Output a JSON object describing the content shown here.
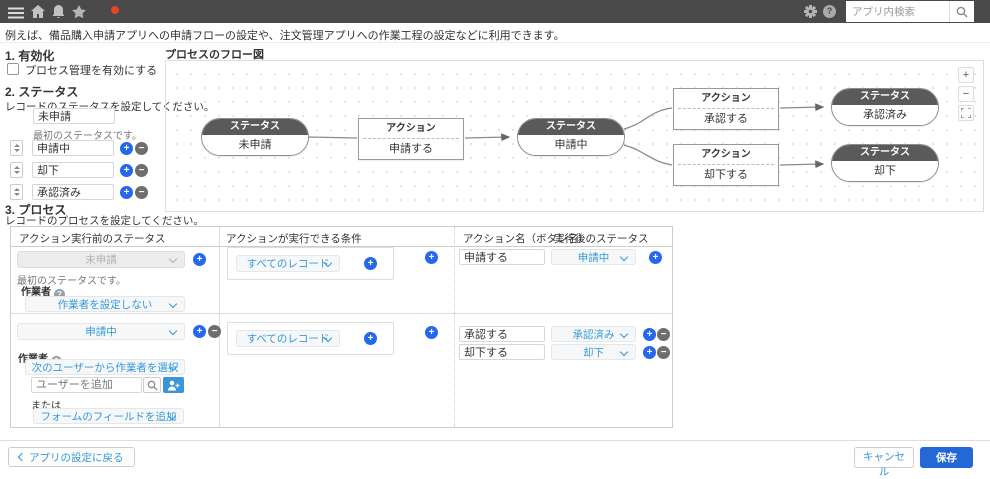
{
  "navbar": {
    "search_placeholder": "アプリ内検索"
  },
  "intro": "例えば、備品購入申請アプリへの申請フローの設定や、注文管理アプリへの作業工程の設定などに利用できます。",
  "activation": {
    "title": "1. 有効化",
    "checkbox_label": "プロセス管理を有効にする",
    "checked": false
  },
  "status_section": {
    "title": "2. ステータス",
    "description": "レコードのステータスを設定してください。",
    "first_status": "未申請",
    "first_status_note": "最初のステータスです。",
    "statuses": [
      "申請中",
      "却下",
      "承認済み"
    ]
  },
  "diagram": {
    "title": "プロセスのフロー図",
    "status_type_label": "ステータス",
    "action_type_label": "アクション",
    "nodes": {
      "s1": "未申請",
      "a1": "申請する",
      "s2": "申請中",
      "a2": "承認する",
      "s3": "承認済み",
      "a3": "却下する",
      "s4": "却下"
    },
    "zoom_in": "+",
    "zoom_out": "−"
  },
  "process_section": {
    "title": "3. プロセス",
    "description": "レコードのプロセスを設定してください。",
    "headers": {
      "before": "アクション実行前のステータス",
      "condition": "アクションが実行できる条件",
      "action_name": "アクション名（ボタン名）",
      "after": "実行後のステータス"
    },
    "row1": {
      "before_status": "未申請",
      "note": "最初のステータスです。",
      "assignee_label": "作業者",
      "assignee_value": "作業者を設定しない",
      "condition_value": "すべてのレコード",
      "action_name": "申請する",
      "after_status": "申請中"
    },
    "row2": {
      "before_status": "申請中",
      "assignee_label": "作業者",
      "assignee_value": "次のユーザーから作業者を選択",
      "user_placeholder": "ユーザーを追加",
      "or_label": "または",
      "field_value": "フォームのフィールドを追加",
      "condition_value": "すべてのレコード",
      "action1_name": "承認する",
      "action1_after": "承認済み",
      "action2_name": "却下する",
      "action2_after": "却下"
    }
  },
  "footer": {
    "back_label": "アプリの設定に戻る",
    "cancel_label": "キャンセル",
    "save_label": "保存"
  },
  "ui": {
    "plus": "+",
    "minus": "−",
    "help_glyph": "?"
  },
  "colors": {
    "navbar_gray": "#4a4a4b",
    "accent_blue": "#3498db",
    "add_button_blue": "#2468f0",
    "remove_button_gray": "#6e6e6e",
    "save_button_blue": "#2467d6",
    "status_header_gray": "#5a5a5a",
    "badge_red": "#e0452c"
  }
}
